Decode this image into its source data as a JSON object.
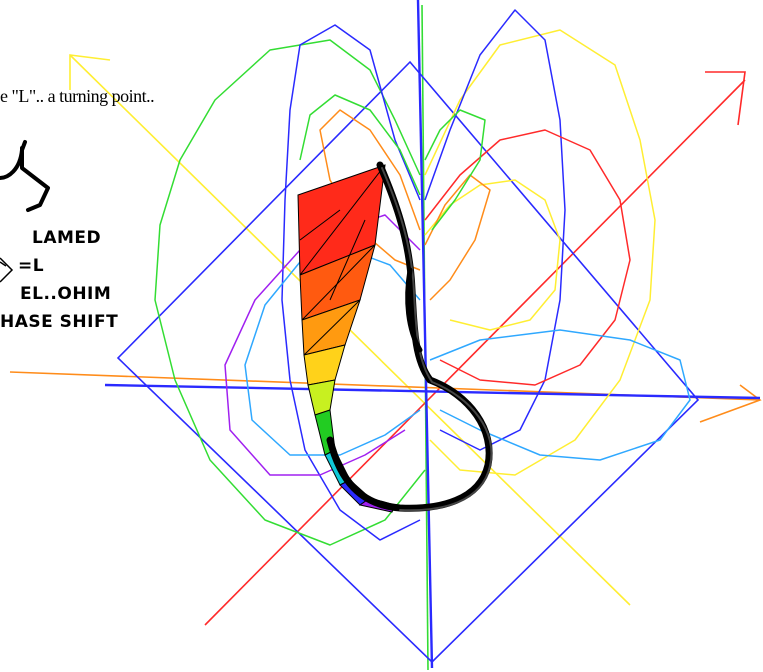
{
  "caption": "e \"L\".. a turning point..",
  "labels": {
    "lamed": "LAMED",
    "equals_l": "=L",
    "elohim": "EL..OHIM",
    "phase_shift": "HASE SHIFT"
  },
  "colors": {
    "background": "#ffffff",
    "blue": "#2a2aff",
    "light_blue": "#2fa8ff",
    "green": "#33dd33",
    "yellow": "#ffee33",
    "orange": "#ff8c1a",
    "red": "#ff2a2a",
    "purple": "#a020f0",
    "black": "#000000"
  },
  "icons": [
    "lamed-glyph",
    "arrow-glyph"
  ]
}
